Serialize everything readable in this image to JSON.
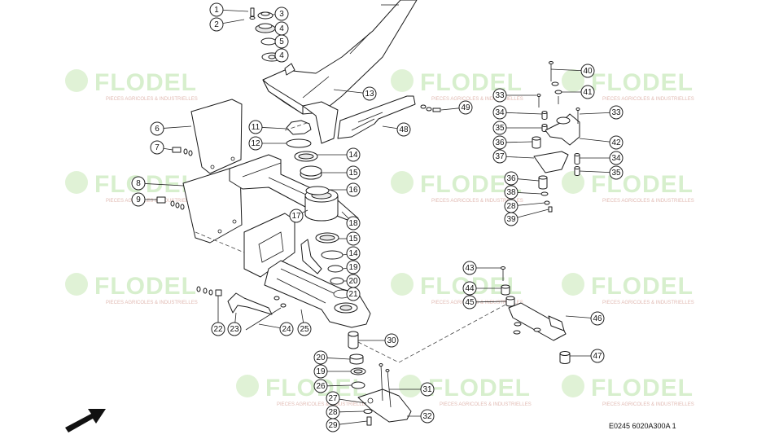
{
  "watermark": {
    "brand": "FLODEL",
    "tagline": "PIÈCES AGRICOLES & INDUSTRIELLES",
    "brand_color": "#b8e3a6",
    "tagline_color": "#d9a9a0"
  },
  "callout_style": {
    "highlight_color": "#c8dc5a"
  },
  "callouts": [
    {
      "n": "1"
    },
    {
      "n": "2"
    },
    {
      "n": "3"
    },
    {
      "n": "4"
    },
    {
      "n": "5"
    },
    {
      "n": "4"
    },
    {
      "n": "13"
    },
    {
      "n": "48"
    },
    {
      "n": "49"
    },
    {
      "n": "6"
    },
    {
      "n": "7"
    },
    {
      "n": "11"
    },
    {
      "n": "12"
    },
    {
      "n": "14"
    },
    {
      "n": "15"
    },
    {
      "n": "16"
    },
    {
      "n": "8"
    },
    {
      "n": "9"
    },
    {
      "n": "17"
    },
    {
      "n": "18"
    },
    {
      "n": "15"
    },
    {
      "n": "14"
    },
    {
      "n": "19"
    },
    {
      "n": "20"
    },
    {
      "n": "21"
    },
    {
      "n": "22"
    },
    {
      "n": "23"
    },
    {
      "n": "24"
    },
    {
      "n": "25"
    },
    {
      "n": "30"
    },
    {
      "n": "20"
    },
    {
      "n": "19"
    },
    {
      "n": "26"
    },
    {
      "n": "27"
    },
    {
      "n": "31"
    },
    {
      "n": "28"
    },
    {
      "n": "32"
    },
    {
      "n": "29"
    },
    {
      "n": "40"
    },
    {
      "n": "41",
      "highlight": true
    },
    {
      "n": "33"
    },
    {
      "n": "34"
    },
    {
      "n": "33"
    },
    {
      "n": "35"
    },
    {
      "n": "36"
    },
    {
      "n": "42"
    },
    {
      "n": "37"
    },
    {
      "n": "34"
    },
    {
      "n": "35"
    },
    {
      "n": "36"
    },
    {
      "n": "38"
    },
    {
      "n": "28"
    },
    {
      "n": "39"
    },
    {
      "n": "43"
    },
    {
      "n": "44"
    },
    {
      "n": "45"
    },
    {
      "n": "46"
    },
    {
      "n": "47"
    }
  ],
  "drawing_ref": "E0245 6020A300A 1"
}
